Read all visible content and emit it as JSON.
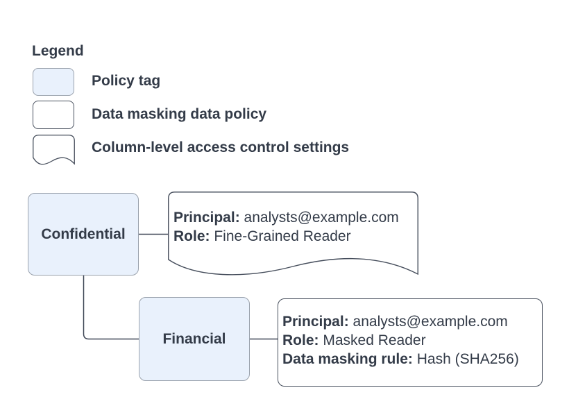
{
  "colors": {
    "policy_tag_fill": "#e9f1fc",
    "policy_tag_border": "#99a1ac",
    "shape_stroke": "#454d5b",
    "connector_stroke": "#3d4554",
    "text": "#333b48",
    "background": "#ffffff"
  },
  "legend": {
    "title": "Legend",
    "items": [
      {
        "shape": "policy-tag-swatch",
        "label": "Policy tag"
      },
      {
        "shape": "data-policy-swatch",
        "label": "Data masking data policy"
      },
      {
        "shape": "access-settings-swatch",
        "label": "Column-level access control settings"
      }
    ]
  },
  "diagram": {
    "nodes": [
      {
        "id": "confidential",
        "type": "policy-tag",
        "label": "Confidential"
      },
      {
        "id": "financial",
        "type": "policy-tag",
        "label": "Financial"
      }
    ],
    "access_settings": {
      "type": "column-level-access-control-settings",
      "lines": [
        {
          "label": "Principal:",
          "value": "analysts@example.com"
        },
        {
          "label": "Role:",
          "value": "Fine-Grained Reader"
        }
      ]
    },
    "data_policy": {
      "type": "data-masking-data-policy",
      "lines": [
        {
          "label": "Principal:",
          "value": "analysts@example.com"
        },
        {
          "label": "Role:",
          "value": "Masked Reader"
        },
        {
          "label": "Data masking rule:",
          "value": "Hash (SHA256)"
        }
      ]
    },
    "edges": [
      {
        "from": "confidential",
        "to": "access-settings"
      },
      {
        "from": "confidential",
        "to": "financial"
      },
      {
        "from": "financial",
        "to": "data-policy"
      }
    ]
  }
}
